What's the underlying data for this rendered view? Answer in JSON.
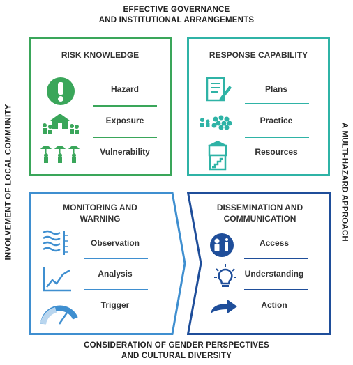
{
  "outer": {
    "top_line1": "EFFECTIVE GOVERNANCE",
    "top_line2": "AND INSTITUTIONAL ARRANGEMENTS",
    "left": "INVOLVEMENT OF LOCAL COMMUNITY",
    "right": "A MULTI-HAZARD APPROACH",
    "bottom_line1": "CONSIDERATION OF GENDER PERSPECTIVES",
    "bottom_line2": "AND CULTURAL DIVERSITY"
  },
  "quadrants": {
    "risk": {
      "title": "RISK KNOWLEDGE",
      "items": [
        "Hazard",
        "Exposure",
        "Vulnerability"
      ],
      "color": "#3aa65a"
    },
    "response": {
      "title": "RESPONSE CAPABILITY",
      "items": [
        "Plans",
        "Practice",
        "Resources"
      ],
      "color": "#2fb3a6"
    },
    "monitoring": {
      "title_line1": "MONITORING AND",
      "title_line2": "WARNING",
      "items": [
        "Observation",
        "Analysis",
        "Trigger"
      ],
      "color": "#3f8fd0"
    },
    "dissemination": {
      "title_line1": "DISSEMINATION AND",
      "title_line2": "COMMUNICATION",
      "items": [
        "Access",
        "Understanding",
        "Action"
      ],
      "color": "#1f4e9a"
    }
  },
  "icons": {
    "risk": [
      "exclamation-icon",
      "houses-people-icon",
      "umbrella-people-icon"
    ],
    "response": [
      "document-pen-icon",
      "crowd-icon",
      "water-tower-icon"
    ],
    "monitoring": [
      "waves-icon",
      "line-chart-icon",
      "gauge-icon"
    ],
    "dissemination": [
      "people-info-icon",
      "lightbulb-icon",
      "arrow-icon"
    ]
  }
}
